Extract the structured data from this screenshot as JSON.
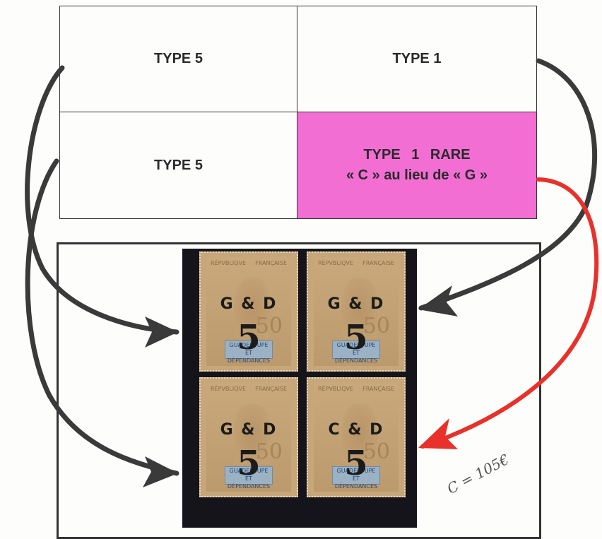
{
  "table": {
    "r1c1": "TYPE 5",
    "r1c2": "TYPE 1",
    "r2c1": "TYPE 5",
    "r2c2_line1": "TYPE  1   RARE",
    "r2c2_line2": "« C » au lieu de « G »"
  },
  "stamps": [
    {
      "overprint_top": "G & D",
      "overprint_value": "5",
      "header_left": "RÉPVBLIQVE",
      "header_right": "FRANÇAISE",
      "label": "GUADELOUPE ET DÉPENDANCES",
      "face": "50"
    },
    {
      "overprint_top": "G & D",
      "overprint_value": "5",
      "header_left": "RÉPVBLIQVE",
      "header_right": "FRANÇAISE",
      "label": "GUADELOUPE ET DÉPENDANCES",
      "face": "50"
    },
    {
      "overprint_top": "G & D",
      "overprint_value": "5",
      "header_left": "RÉPVBLIQVE",
      "header_right": "FRANÇAISE",
      "label": "GUADELOUPE ET DÉPENDANCES",
      "face": "50"
    },
    {
      "overprint_top": "C & D",
      "overprint_value": "5",
      "header_left": "RÉPVBLIQVE",
      "header_right": "FRANÇAISE",
      "label": "GUADELOUPE ET DÉPENDANCES",
      "face": "50"
    }
  ],
  "annotation": "C = 105€",
  "colors": {
    "rare_cell": "#f26ed3",
    "arrow_black": "#3a3a3a",
    "arrow_red": "#e8312a",
    "stamp": "#c7a77a",
    "background_block": "#14141a"
  }
}
